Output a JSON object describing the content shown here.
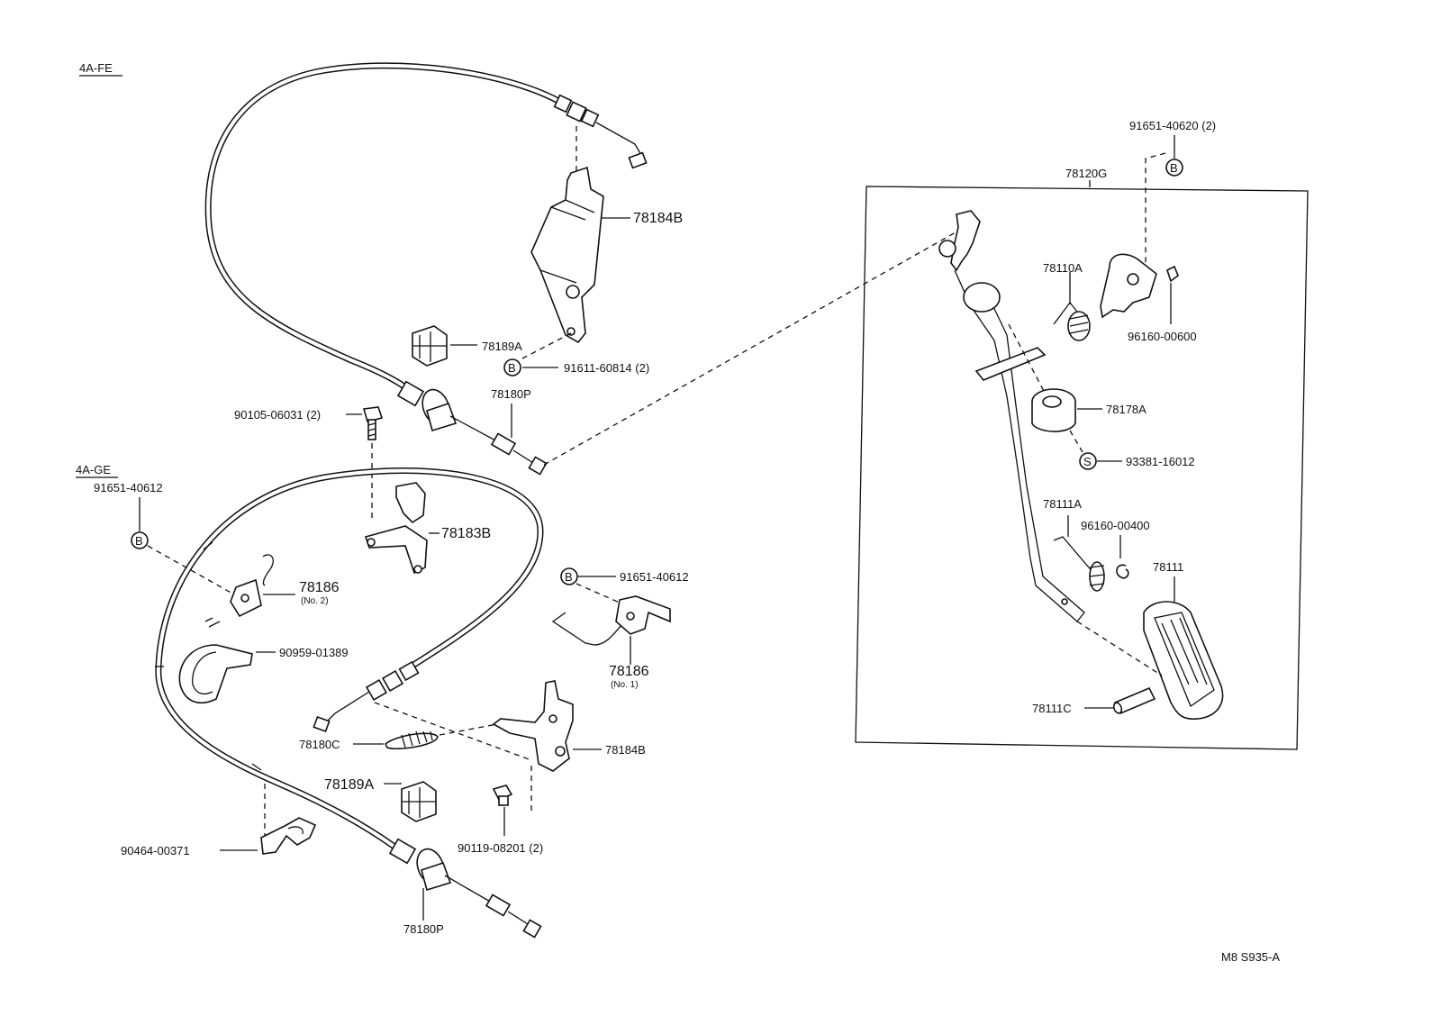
{
  "sections": {
    "fe": "4A-FE",
    "ge": "4A-GE"
  },
  "labels": {
    "p78184b_top": "78184B",
    "p78189a_top": "78189A",
    "p91611": "91611-60814 (2)",
    "p78180p_top": "78180P",
    "p90105": "90105-06031 (2)",
    "p91651_left": "91651-40612",
    "p78183b": "78183B",
    "p78186_no2": "78186",
    "p78186_no2_sub": "(No. 2)",
    "p90959": "90959-01389",
    "p91651_mid": "91651-40612",
    "p78186_no1": "78186",
    "p78186_no1_sub": "(No. 1)",
    "p78180c": "78180C",
    "p78184b_bottom": "78184B",
    "p78189a_bottom": "78189A",
    "p90119": "90119-08201 (2)",
    "p90464": "90464-00371",
    "p78180p_bottom": "78180P",
    "p91651_40620": "91651-40620 (2)",
    "p78120g": "78120G",
    "p78110a": "78110A",
    "p96160_600": "96160-00600",
    "p78178a": "78178A",
    "p93381": "93381-16012",
    "p78111a": "78111A",
    "p96160_400": "96160-00400",
    "p78111": "78111",
    "p78111c": "78111C",
    "ref": "M8  S935-A"
  },
  "symbols": {
    "b": "B",
    "s": "S"
  },
  "icons": [
    "throttle-cable-icon",
    "bracket-icon",
    "clip-icon",
    "bolt-icon",
    "spring-icon",
    "pedal-arm-icon",
    "pedal-pad-icon",
    "bushing-icon",
    "clamp-icon"
  ]
}
